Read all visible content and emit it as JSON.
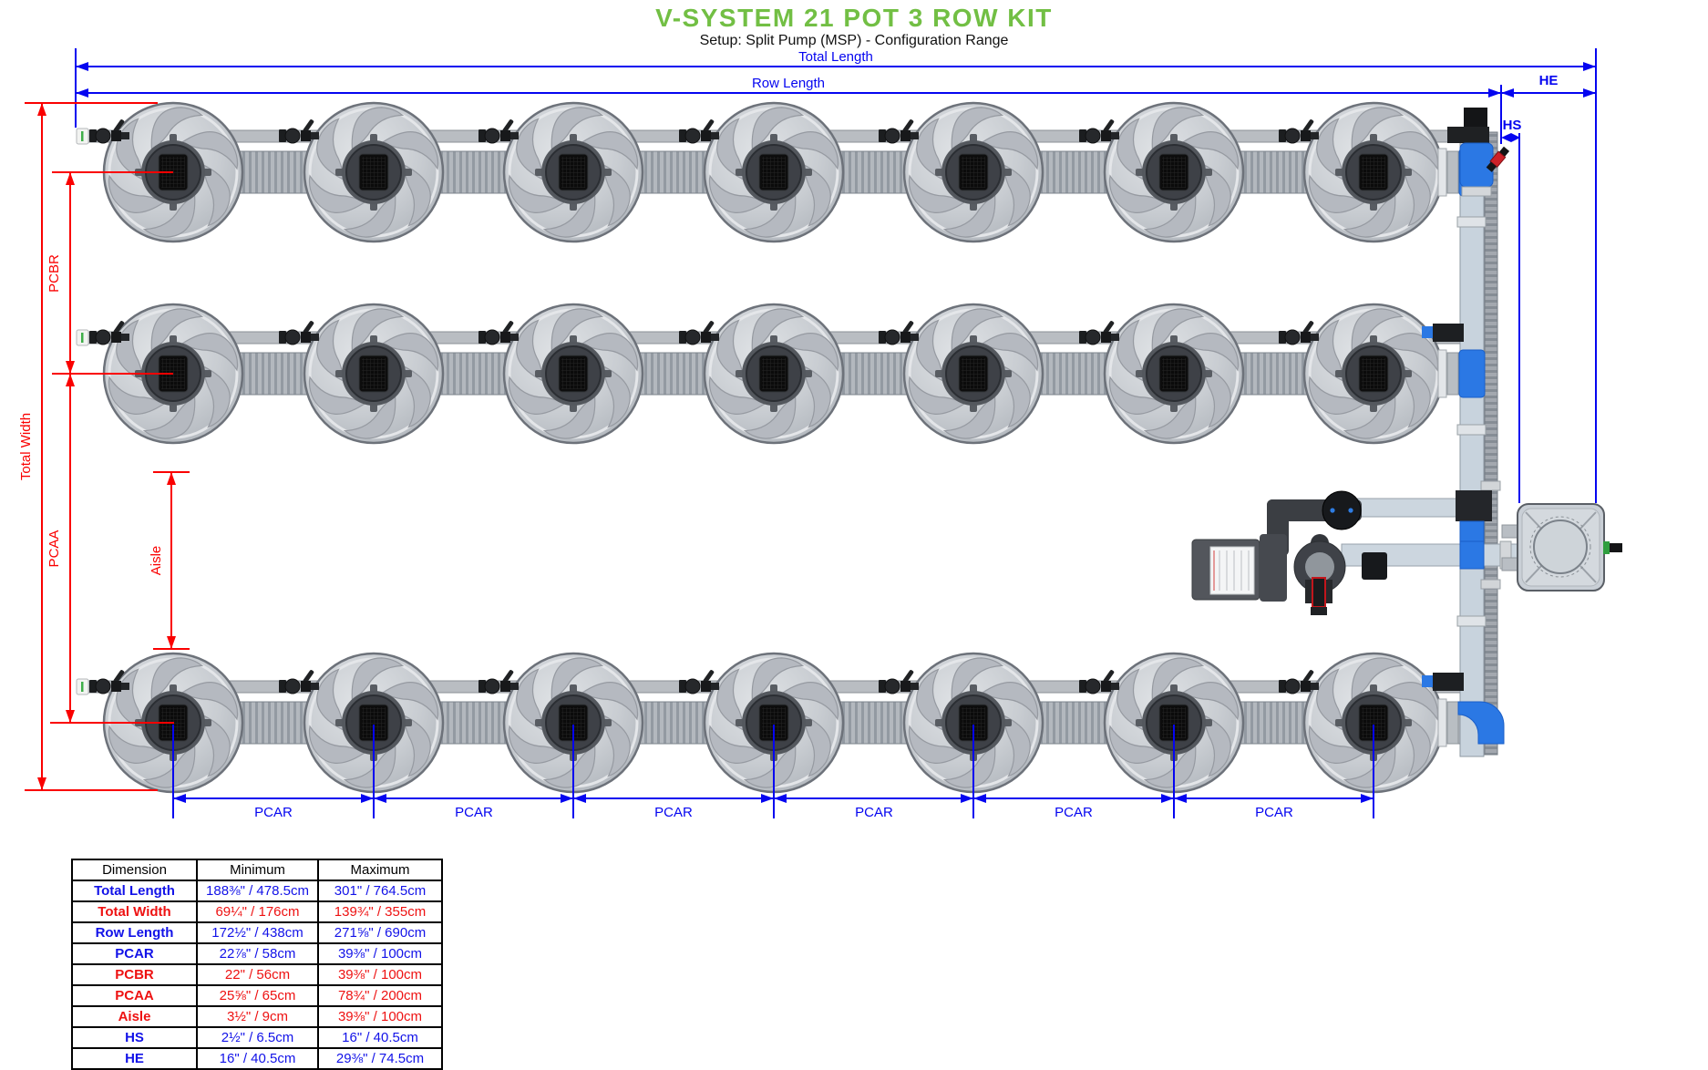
{
  "title": "V-SYSTEM 21 POT 3 ROW KIT",
  "subtitle": "Setup: Split Pump (MSP) - Configuration Range",
  "colors": {
    "title_green": "#72bf44",
    "dimension_blue": "#0505f0",
    "dimension_red": "#fa0000",
    "fitting_blue": "#2b78e4"
  },
  "dimension_labels": {
    "total_length": "Total Length",
    "row_length": "Row Length",
    "he": "HE",
    "hs": "HS",
    "total_width": "Total Width",
    "pcbr": "PCBR",
    "pcaa": "PCAA",
    "aisle": "Aisle",
    "pcar": "PCAR"
  },
  "table": {
    "headers": [
      "Dimension",
      "Minimum",
      "Maximum"
    ],
    "rows": [
      {
        "dimension": "Total Length",
        "minimum": "188⅜\" / 478.5cm",
        "maximum": "301\" / 764.5cm",
        "color": "blue"
      },
      {
        "dimension": "Total Width",
        "minimum": "69¼\" / 176cm",
        "maximum": "139¾\" / 355cm",
        "color": "red"
      },
      {
        "dimension": "Row Length",
        "minimum": "172½\" / 438cm",
        "maximum": "271⅝\" / 690cm",
        "color": "blue"
      },
      {
        "dimension": "PCAR",
        "minimum": "22⅞\" / 58cm",
        "maximum": "39⅜\" / 100cm",
        "color": "blue"
      },
      {
        "dimension": "PCBR",
        "minimum": "22\" / 56cm",
        "maximum": "39⅜\" / 100cm",
        "color": "red"
      },
      {
        "dimension": "PCAA",
        "minimum": "25⅝\" / 65cm",
        "maximum": "78¾\" / 200cm",
        "color": "red"
      },
      {
        "dimension": "Aisle",
        "minimum": "3½\" / 9cm",
        "maximum": "39⅜\" / 100cm",
        "color": "red"
      },
      {
        "dimension": "HS",
        "minimum": "2½\" / 6.5cm",
        "maximum": "16\" / 40.5cm",
        "color": "blue"
      },
      {
        "dimension": "HE",
        "minimum": "16\" / 40.5cm",
        "maximum": "29⅜\" / 74.5cm",
        "color": "blue"
      }
    ]
  }
}
